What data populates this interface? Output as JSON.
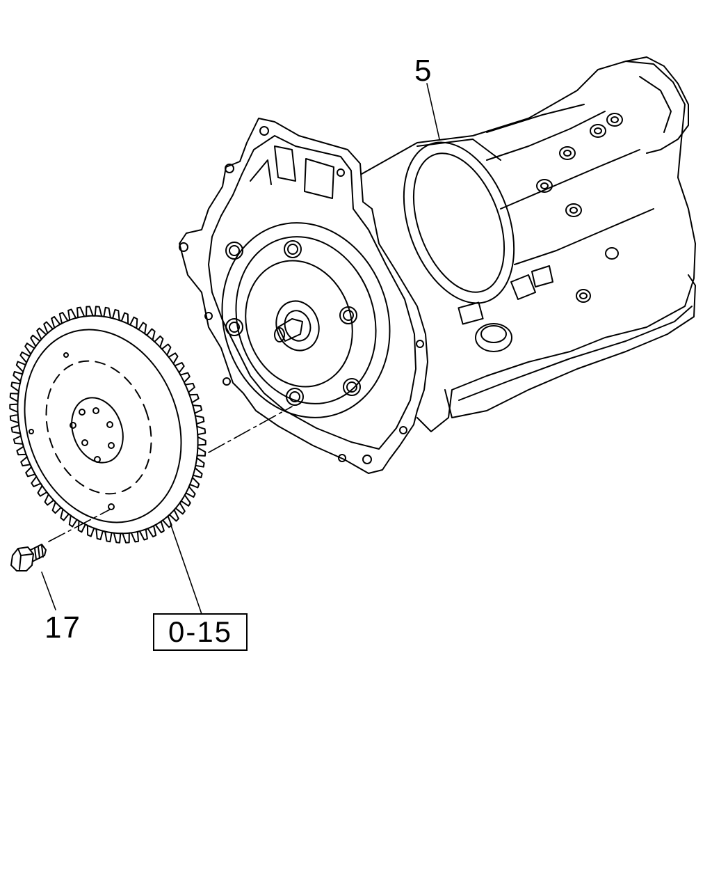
{
  "callouts": {
    "transmission_number": "5",
    "bolt_number": "17",
    "flywheel_reference": "0-15"
  },
  "colors": {
    "line": "#000000",
    "background": "#ffffff"
  }
}
